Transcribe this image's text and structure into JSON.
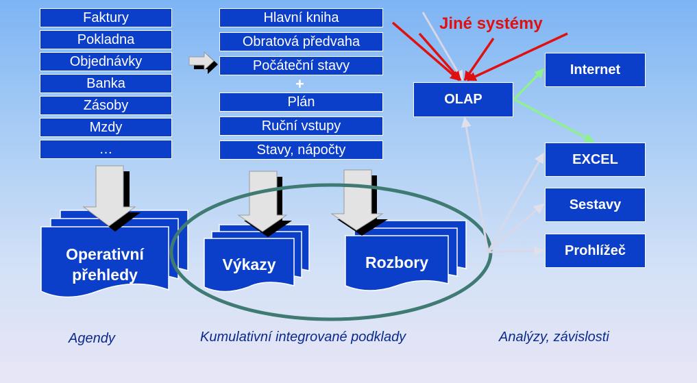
{
  "agendy": {
    "items": [
      "Faktury",
      "Pokladna",
      "Objednávky",
      "Banka",
      "Zásoby",
      "Mzdy",
      "…"
    ]
  },
  "ucetnictvi": {
    "items": [
      "Hlavní kniha",
      "Obratová předvaha",
      "Počáteční stavy"
    ],
    "plus": "+",
    "items2": [
      "Plán",
      "Ruční vstupy",
      "Stavy, nápočty"
    ]
  },
  "documents": {
    "operativni": "Operativní přehledy",
    "vykazy": "Výkazy",
    "rozbory": "Rozbory"
  },
  "olap": {
    "label": "OLAP",
    "jine": "Jiné systémy"
  },
  "outputs": {
    "internet": "Internet",
    "excel": "EXCEL",
    "sestavy": "Sestavy",
    "prohlizec": "Prohlížeč"
  },
  "captions": {
    "agendy": "Agendy",
    "kumulativni": "Kumulativní integrované podklady",
    "analyzy": "Analýzy, závislosti"
  },
  "colors": {
    "box": "#0b3ec9",
    "jine": "#e01010",
    "ellipse": "#3f7a73",
    "green_arrow": "#8ff08f",
    "gray_arrow": "#d8d8e8"
  }
}
